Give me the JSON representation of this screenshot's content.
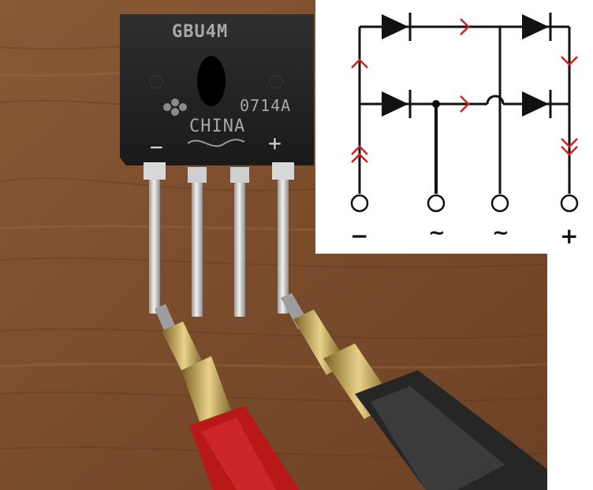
{
  "photo": {
    "subject": "bridge rectifier with multimeter probes",
    "chip_part_number": "GBU4M",
    "chip_date_code": "0714A",
    "chip_country": "CHINA",
    "chip_minus_mark": "−",
    "chip_plus_mark": "+"
  },
  "schematic": {
    "pin_labels": [
      "−",
      "~",
      "~",
      "+"
    ],
    "current_arrow_color": "#d42020",
    "line_color": "#111111"
  }
}
